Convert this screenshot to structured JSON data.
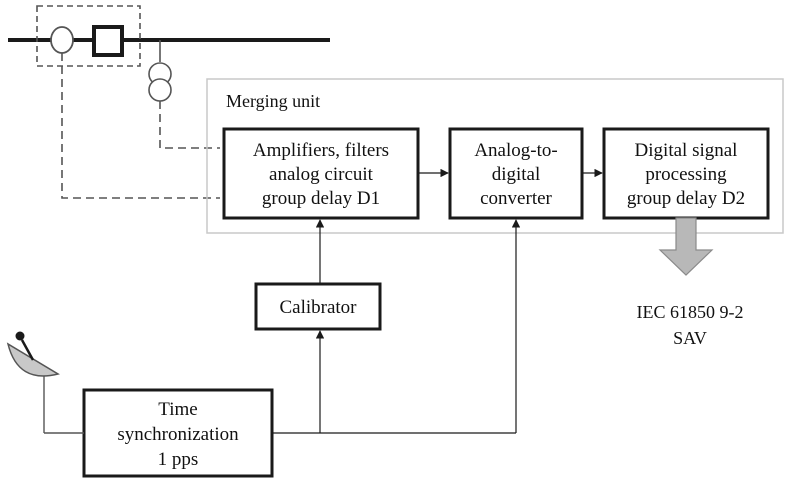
{
  "merging_unit": {
    "title": "Merging unit"
  },
  "blocks": {
    "amplifiers": [
      "Amplifiers, filters",
      "analog circuit",
      "group delay D1"
    ],
    "adc": [
      "Analog-to-",
      "digital",
      "converter"
    ],
    "dsp": [
      "Digital signal",
      "processing",
      "group delay D2"
    ],
    "calibrator": [
      "Calibrator"
    ],
    "time_sync": [
      "Time",
      "synchronization",
      "1 pps"
    ]
  },
  "output": {
    "label": [
      "IEC 61850 9-2",
      "SAV"
    ]
  },
  "colors": {
    "line": "#1a1a1a",
    "dashed": "#555555",
    "unit_border": "#c8c8c8",
    "arrow_fill": "#b8b8b8",
    "arrow_stroke": "#8a8a8a",
    "antenna_fill": "#c8c8c8"
  },
  "icons": {
    "antenna": "satellite-dish-icon",
    "current_transformer": "current-transformer-icon",
    "voltage_transformer": "voltage-transformer-icon",
    "breaker": "circuit-breaker-icon"
  }
}
